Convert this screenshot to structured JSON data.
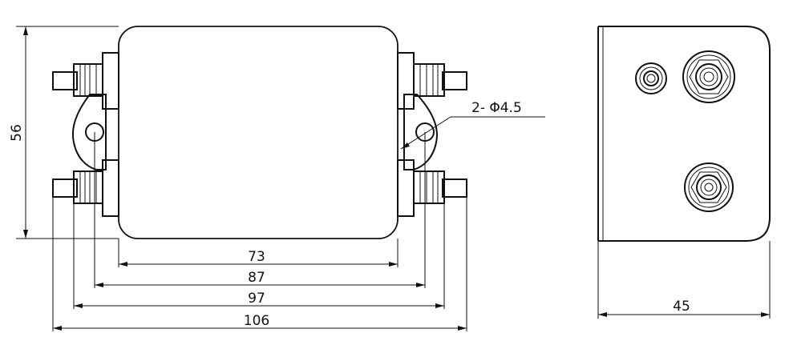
{
  "dimensions": {
    "height": "56",
    "mount_hole_spacing": "73",
    "hole_span": "87",
    "bracket_span": "97",
    "overall_length": "106",
    "depth": "45"
  },
  "callouts": {
    "mount_holes": "2- Φ4.5"
  },
  "colors": {
    "line": "#111111",
    "background": "#ffffff"
  }
}
